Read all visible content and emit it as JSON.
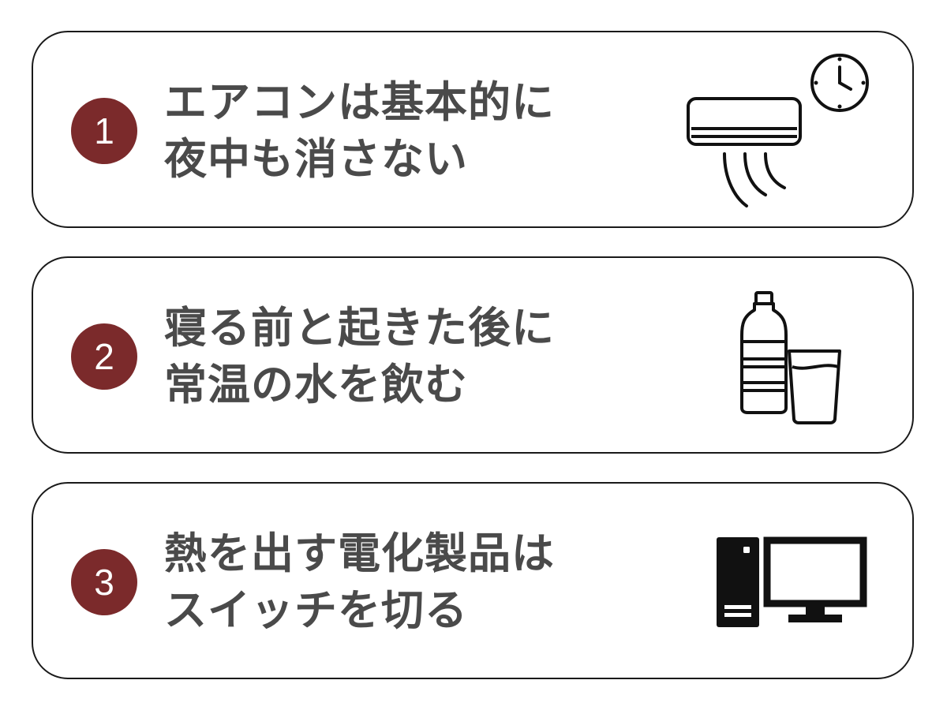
{
  "items": [
    {
      "number": "1",
      "lines": [
        "エアコンは基本的に",
        "夜中も消さない"
      ],
      "icon": "air-conditioner-timer-icon"
    },
    {
      "number": "2",
      "lines": [
        "寝る前と起きた後に",
        "常温の水を飲む"
      ],
      "icon": "water-bottle-glass-icon"
    },
    {
      "number": "3",
      "lines": [
        "熱を出す電化製品は",
        "スイッチを切る"
      ],
      "icon": "desktop-computer-icon"
    }
  ],
  "colors": {
    "badge": "#7b2a2b",
    "text": "#4a4a4a",
    "border": "#1a1a1a",
    "icon": "#111111"
  }
}
